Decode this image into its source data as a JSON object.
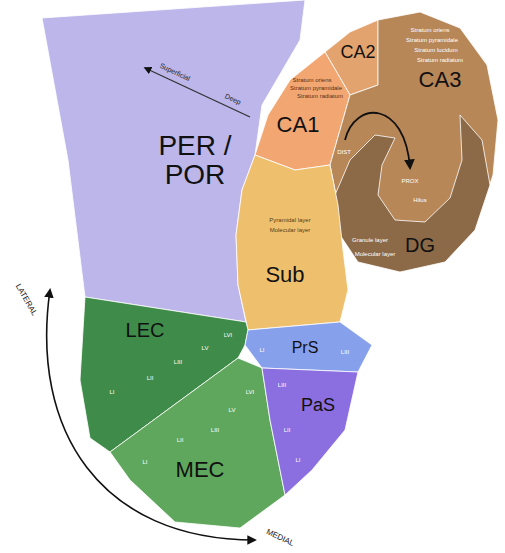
{
  "diagram": {
    "nodes": [
      {
        "text": [
          "PER / POR"
        ]
      },
      {
        "text": [
          "CA2"
        ]
      },
      {
        "text": [
          "CA1"
        ]
      },
      {
        "text": [
          "CA3"
        ]
      },
      {
        "text": [
          "DG"
        ]
      },
      {
        "text": [
          "Sub"
        ]
      },
      {
        "text": [
          "LEC"
        ]
      },
      {
        "text": [
          "PrS"
        ]
      },
      {
        "text": [
          "MEC"
        ]
      },
      {
        "text": [
          "PaS"
        ]
      }
    ],
    "labels": [
      "Superficial",
      "Deep",
      "LATERAL",
      "MEDIAL",
      "DIST",
      "PROX",
      "Stratum oriens",
      "Stratum pyramidale",
      "Stratum radiatum",
      "Stratum oriens",
      "Stratum pyramidale",
      "Stratum lucidum",
      "Stratum radiatum",
      "Hilus",
      "Granule layer",
      "Molecular layer",
      "Pyramidal layer",
      "Molecular layer",
      "LVI",
      "LV",
      "LIII",
      "LII",
      "LI",
      "LVI",
      "LV",
      "LIII",
      "LII",
      "LI",
      "LI",
      "LIII",
      "LIII",
      "LII",
      "LI"
    ]
  }
}
